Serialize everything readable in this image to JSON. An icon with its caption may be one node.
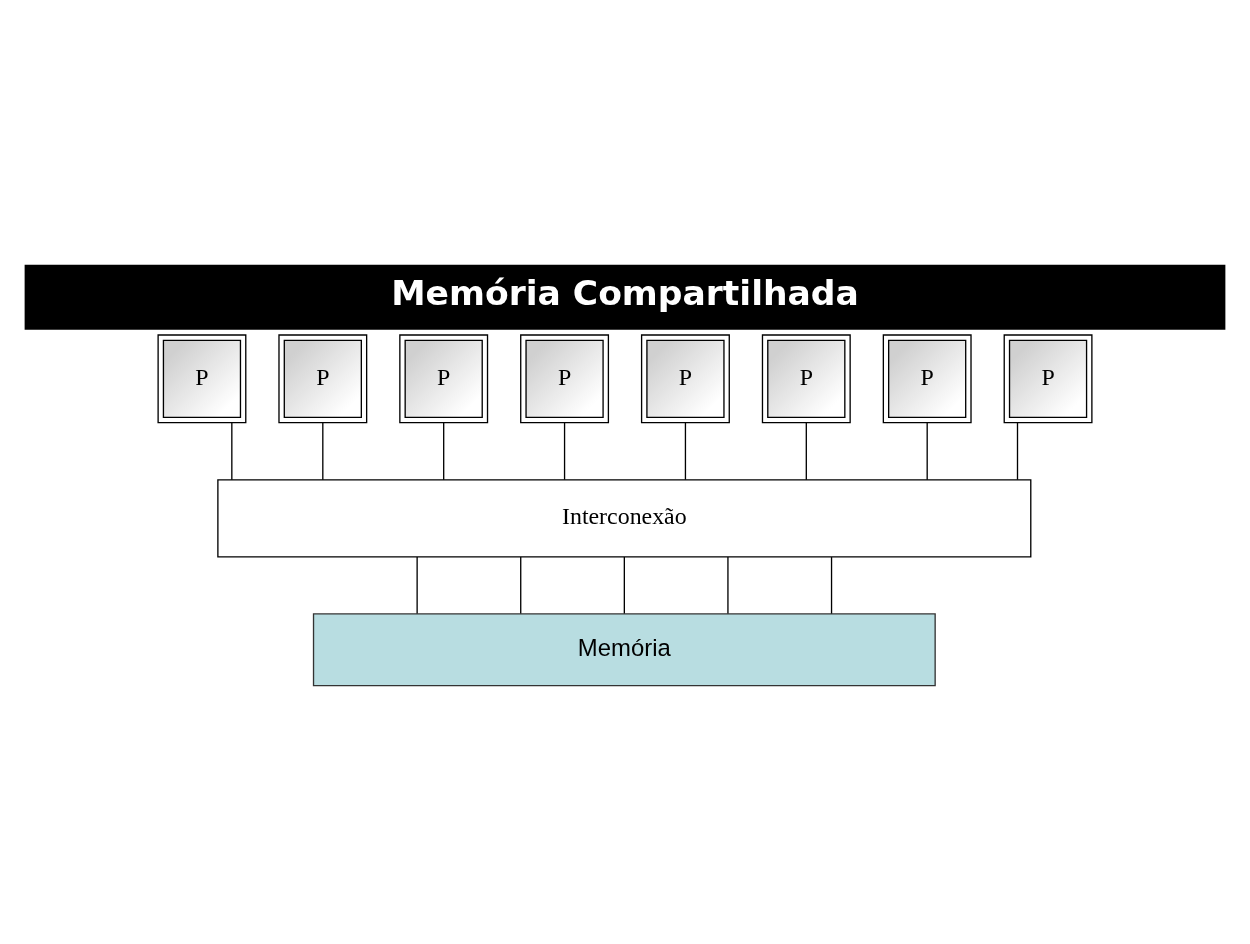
{
  "diagram": {
    "title": "Memória Compartilhada",
    "nodes": [
      {
        "text": [
          "P"
        ]
      },
      {
        "text": [
          "P"
        ]
      },
      {
        "text": [
          "P"
        ]
      },
      {
        "text": [
          "P"
        ]
      },
      {
        "text": [
          "P"
        ]
      },
      {
        "text": [
          "P"
        ]
      },
      {
        "text": [
          "P"
        ]
      },
      {
        "text": [
          "P"
        ]
      },
      {
        "text": [
          "Interconexão"
        ]
      },
      {
        "text": [
          "Memória"
        ]
      }
    ],
    "edges": [
      {
        "from": 0,
        "to": 8,
        "arrow": "none"
      },
      {
        "from": 1,
        "to": 8,
        "arrow": "none"
      },
      {
        "from": 2,
        "to": 8,
        "arrow": "none"
      },
      {
        "from": 3,
        "to": 8,
        "arrow": "none"
      },
      {
        "from": 4,
        "to": 8,
        "arrow": "none"
      },
      {
        "from": 5,
        "to": 8,
        "arrow": "none"
      },
      {
        "from": 6,
        "to": 8,
        "arrow": "none"
      },
      {
        "from": 7,
        "to": 8,
        "arrow": "none"
      },
      {
        "from": 8,
        "to": 9,
        "arrow": "none"
      },
      {
        "from": 8,
        "to": 9,
        "arrow": "none"
      },
      {
        "from": 8,
        "to": 9,
        "arrow": "none"
      },
      {
        "from": 8,
        "to": 9,
        "arrow": "none"
      },
      {
        "from": 8,
        "to": 9,
        "arrow": "none"
      }
    ]
  }
}
